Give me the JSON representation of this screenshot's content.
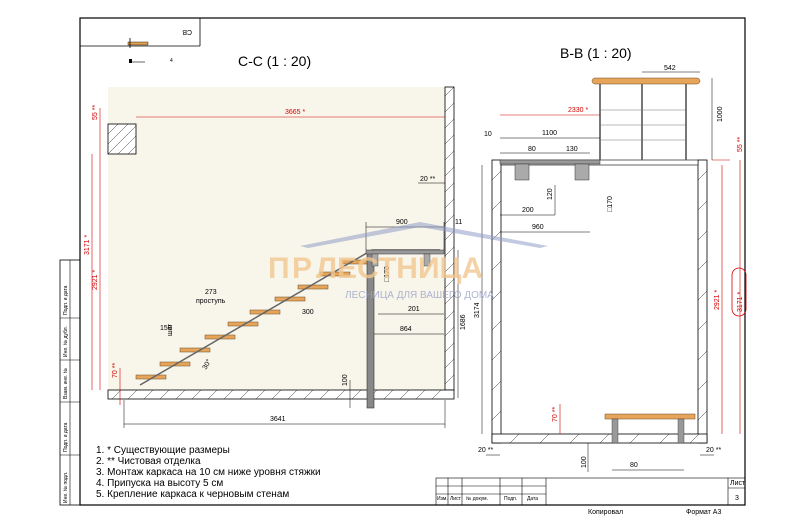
{
  "views": {
    "cc": {
      "title": "С-С (1 : 20)"
    },
    "bb": {
      "title": "В-В (1 : 20)"
    },
    "corner": {
      "label": "СВ",
      "hint": "4"
    }
  },
  "watermark": {
    "text": "ЛЕСТНИЦА",
    "letter": "П",
    "letter2": "Р",
    "sub": "ЛЕСНИЦА ДЛЯ ВАШЕГО ДОМА"
  },
  "dims_cc": {
    "d3665": "3665 *",
    "d55": "55 **",
    "d3171": "3171 *",
    "d2921": "2921 *",
    "d70": "70 **",
    "d20": "20 **",
    "d900": "900",
    "d11": "11",
    "d170": "□170",
    "d273": "273",
    "prostup": "проступь",
    "d300": "300",
    "d201": "201",
    "d864": "864",
    "d1686": "1686",
    "d150": "150",
    "shag": "шаг",
    "d30": "30°",
    "d100": "100",
    "d3641": "3641"
  },
  "dims_bb": {
    "d542": "542",
    "d2330": "2330 *",
    "d1000": "1000",
    "d10": "10",
    "d1100": "1100",
    "d80": "80",
    "d130": "130",
    "d55": "55 **",
    "d120": "120",
    "d170": "□170",
    "d200": "200",
    "d960": "960",
    "d3174": "3174",
    "d2921": "2921 *",
    "d3171": "3171 *",
    "d70": "70 **",
    "d20l": "20 **",
    "d20r": "20 **",
    "d100": "100",
    "d80b": "80"
  },
  "notes": [
    "1.   * Существующие размеры",
    "2.   ** Чистовая отделка",
    "3.   Монтаж каркаса на 10 см ниже уровня стяжки",
    "4.   Припуска на высоту 5 см",
    "5.   Крепление каркаса к черновым стенам"
  ],
  "side_stamp": [
    "Инв. № подл.",
    "Подп. и дата",
    "Взам. инв. №",
    "Инв. № дубл.",
    "Подп. и дата"
  ],
  "title_block": {
    "cols": [
      "Изм.",
      "Лист",
      "№ докум.",
      "Подп.",
      "Дата"
    ],
    "sheet_label": "Лист",
    "sheet_no": "3",
    "copied": "Копировал",
    "format": "Формат А3"
  }
}
